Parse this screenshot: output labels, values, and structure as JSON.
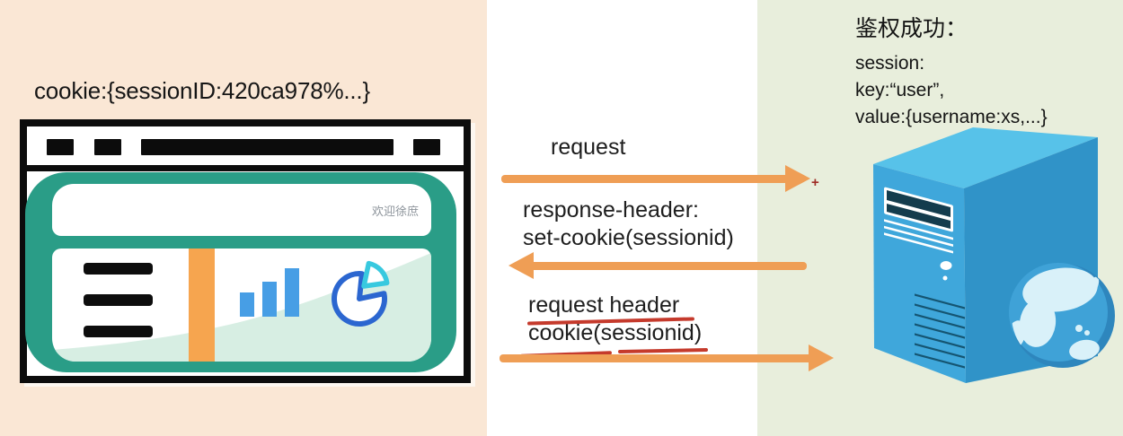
{
  "client": {
    "cookie_label": "cookie:{sessionID:420ca978%...}",
    "browser_welcome": "欢迎徐庶"
  },
  "flow": {
    "request_label": "request",
    "response_label_line1": "response-header:",
    "response_label_line2": "set-cookie(sessionid)",
    "cookie_request_line1": "request header",
    "cookie_request_line2": "cookie(sessionid)",
    "plus_mark": "+"
  },
  "server": {
    "auth_title": "鉴权成功：",
    "session_lines": [
      "session:",
      "key:“user”,",
      "value:{username:xs,...}"
    ]
  },
  "colors": {
    "client_bg": "#FAE7D5",
    "lane_bg": "#FFFFFF",
    "server_bg": "#E8EEDC",
    "arrow_orange": "#EF9E55",
    "annotation_red": "#C53A2C",
    "browser_teal": "#2A9D87",
    "accent_orange": "#F6A54F",
    "chart_bar_blue": "#479EE5",
    "pie_blue": "#2B66D0",
    "pie_cyan": "#38C9DF",
    "mint_wave": "#D7EEE3",
    "server_front": "#3FA7DB",
    "server_side": "#3093C8",
    "server_top": "#57C2E9",
    "globe_ocean": "#3FA2D7",
    "globe_land": "#D9F1F9"
  }
}
